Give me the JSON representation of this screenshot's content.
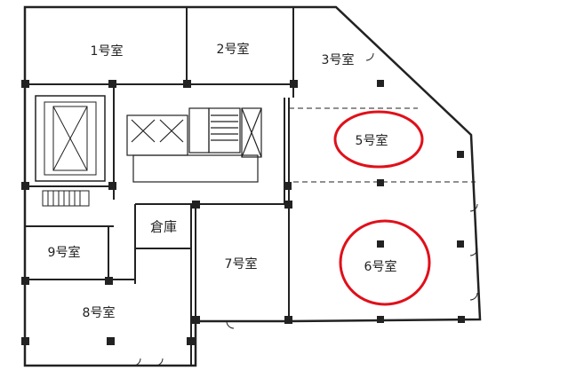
{
  "title": "Floor plan",
  "rooms": {
    "r1": "1号室",
    "r2": "2号室",
    "r3": "3号室",
    "r5": "5号室",
    "r6": "6号室",
    "r7": "7号室",
    "r8": "8号室",
    "r9": "9号室",
    "storage": "倉庫"
  },
  "highlight_color": "#e0101a",
  "highlighted_rooms": [
    "5号室",
    "6号室"
  ]
}
